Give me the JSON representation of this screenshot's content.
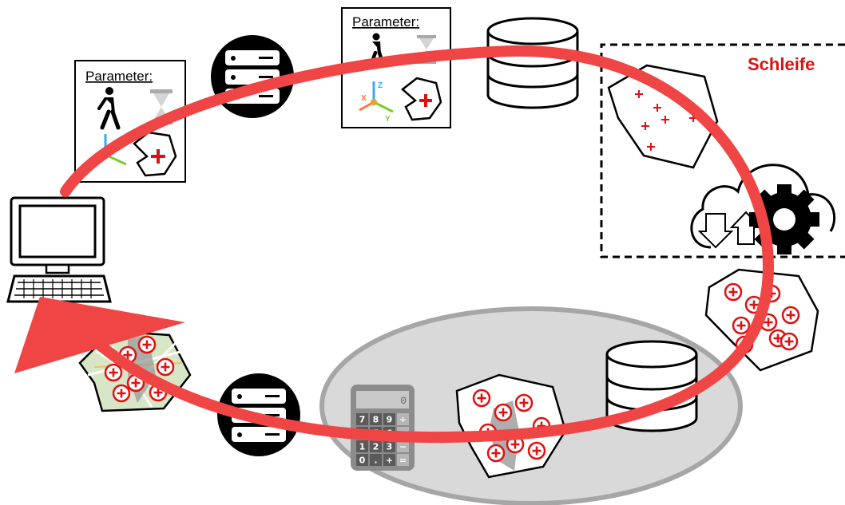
{
  "diagram": {
    "param_card_1": {
      "title": "Parameter:"
    },
    "param_card_2": {
      "title": "Parameter:"
    },
    "loop_box": {
      "label": "Schleife"
    },
    "axis_labels": {
      "x": "X",
      "y": "Y",
      "z": "Z"
    },
    "calculator_keys": [
      "7",
      "8",
      "9",
      "÷",
      "4",
      "5",
      "6",
      "×",
      "1",
      "2",
      "3",
      "−",
      "0",
      ".",
      "+",
      "="
    ],
    "calculator_display": "0",
    "colors": {
      "arrow": "#f04545",
      "marker": "#e01010",
      "ellipse_fill": "#d9d9d9",
      "ellipse_stroke": "#a6a6a6",
      "icon": "#000000"
    },
    "icons": [
      "computer-icon",
      "server-icon",
      "database-icon",
      "cloud-sync-icon",
      "gear-icon",
      "calculator-icon",
      "walking-person-icon",
      "hourglass-icon",
      "axes-icon",
      "polygon-plus-icon"
    ]
  }
}
